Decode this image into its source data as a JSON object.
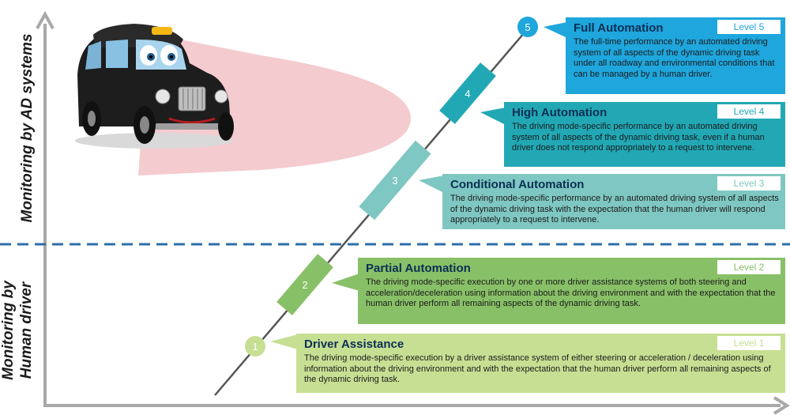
{
  "axes": {
    "upper_label": "Monitoring by AD systems",
    "lower_label_line1": "Monitoring by",
    "lower_label_line2": "Human driver"
  },
  "steps": [
    "1",
    "2",
    "3",
    "4",
    "5"
  ],
  "levels": [
    {
      "badge": "Level 1",
      "title": "Driver Assistance",
      "description": "The driving mode-specific execution by a driver assistance system of either steering or acceleration / deceleration using information about the driving environment and with the expectation that the human driver perform all remaining aspects of the dynamic driving task."
    },
    {
      "badge": "Level 2",
      "title": "Partial Automation",
      "description": "The driving mode-specific execution by one or more driver assistance systems of both steering and acceleration/deceleration using information about the driving environment and with the expectation that the human driver perform all remaining aspects of the dynamic driving task."
    },
    {
      "badge": "Level 3",
      "title": "Conditional Automation",
      "description": "The driving mode-specific performance by an automated driving system of all aspects of the dynamic driving task with the expectation that the human driver will respond appropriately to a request to intervene."
    },
    {
      "badge": "Level 4",
      "title": "High Automation",
      "description": "The driving mode-specific performance by an automated driving system of all aspects of the dynamic driving task, even if a human driver does not respond appropriately to a request to intervene."
    },
    {
      "badge": "Level 5",
      "title": "Full Automation",
      "description": "The full-time performance by an automated driving system of all aspects of the dynamic driving task under all roadway and environmental conditions that can be managed by a human driver."
    }
  ],
  "colors": {
    "level1": "#c7df93",
    "level2": "#88c067",
    "level3": "#7fc7c2",
    "level4": "#22a8b5",
    "level5": "#1ea6dd",
    "axis": "#a9a9a9",
    "divider": "#2f6fa8",
    "sensor_cone": "#f2c2c7"
  },
  "illustration": "black-taxi-icon"
}
